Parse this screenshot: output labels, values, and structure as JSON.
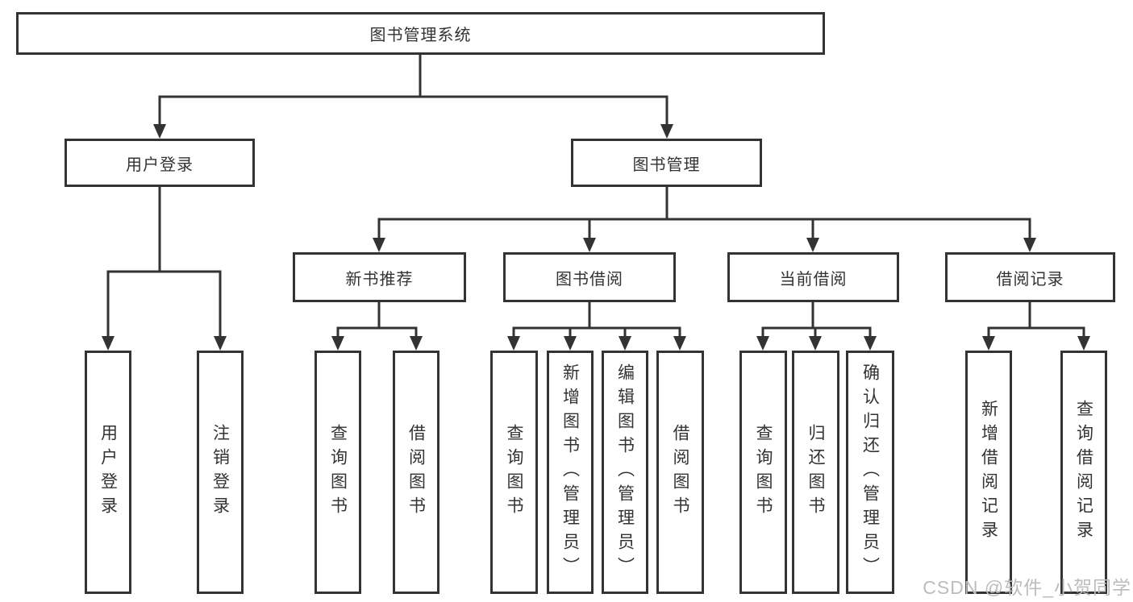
{
  "colors": {
    "bg": "#ffffff",
    "box-bg": "#ffffff",
    "line": "#333333",
    "text": "#333333",
    "watermark": "#bcbcbc"
  },
  "watermark": {
    "text": "CSDN @软件_小贺同学"
  },
  "tree": {
    "root": {
      "label": "图书管理系统"
    },
    "branches": [
      {
        "label": "用户登录",
        "children": [
          {
            "label": "用户登录"
          },
          {
            "label": "注销登录"
          }
        ]
      },
      {
        "label": "图书管理",
        "children": [
          {
            "label": "新书推荐",
            "children": [
              {
                "label": "查询图书"
              },
              {
                "label": "借阅图书"
              }
            ]
          },
          {
            "label": "图书借阅",
            "children": [
              {
                "label": "查询图书"
              },
              {
                "label": "新增图书（管理员）"
              },
              {
                "label": "编辑图书（管理员）"
              },
              {
                "label": "借阅图书"
              }
            ]
          },
          {
            "label": "当前借阅",
            "children": [
              {
                "label": "查询图书"
              },
              {
                "label": "归还图书"
              },
              {
                "label": "确认归还（管理员）"
              }
            ]
          },
          {
            "label": "借阅记录",
            "children": [
              {
                "label": "新增借阅记录"
              },
              {
                "label": "查询借阅记录"
              }
            ]
          }
        ]
      }
    ]
  }
}
